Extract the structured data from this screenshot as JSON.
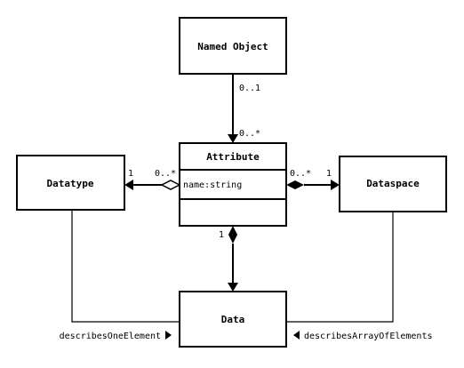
{
  "diagram": {
    "classes": {
      "named_object": "Named Object",
      "attribute": "Attribute",
      "attribute_field": "name:string",
      "datatype": "Datatype",
      "dataspace": "Dataspace",
      "data": "Data"
    },
    "multiplicities": {
      "named_object_end": "0..1",
      "attribute_top_end": "0..*",
      "datatype_end": "1",
      "attribute_left_end": "0..*",
      "attribute_right_end": "0..*",
      "dataspace_end": "1",
      "attribute_bottom_end": "1"
    },
    "associations": {
      "left": "describesOneElement",
      "right": "describesArrayOfElements"
    },
    "colors": {
      "stroke": "#000000",
      "background": "#ffffff"
    }
  }
}
